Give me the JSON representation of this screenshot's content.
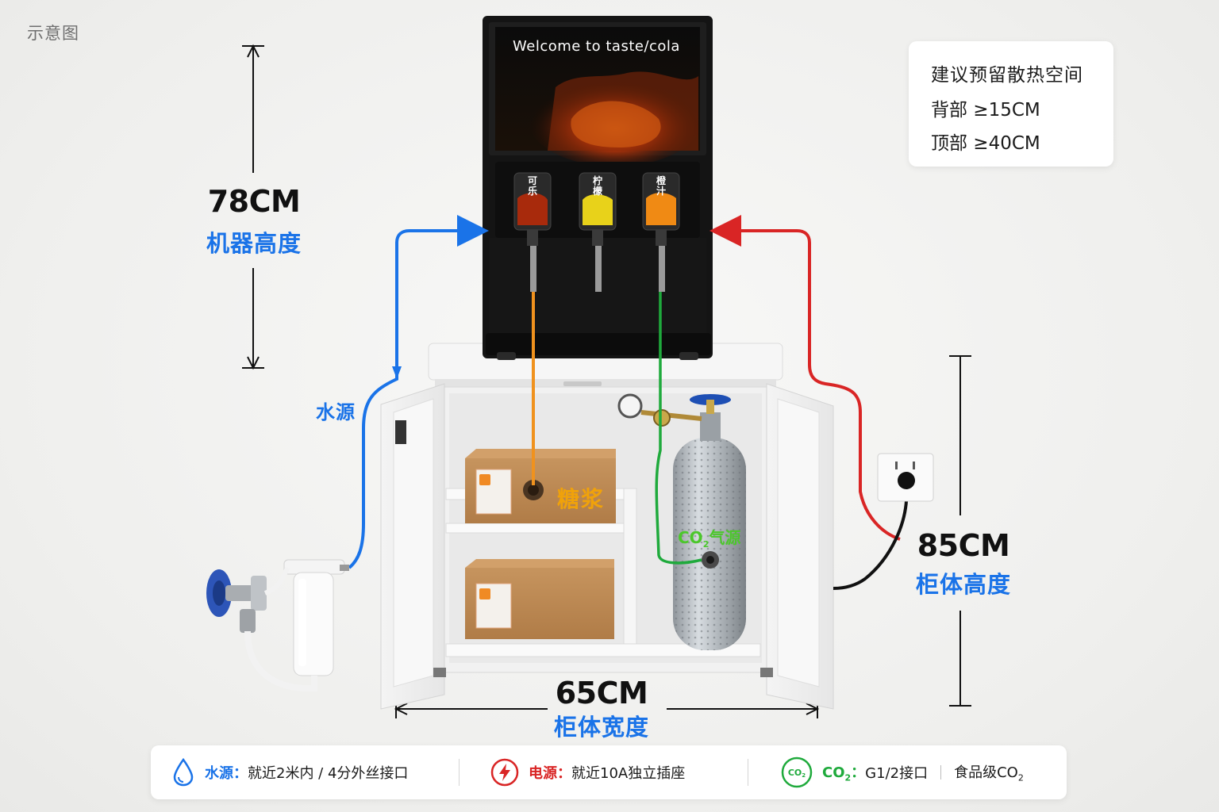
{
  "corner_label": "示意图",
  "screen": {
    "text": "Welcome to taste/cola"
  },
  "nozzles": [
    {
      "label": "可乐",
      "line1": "可",
      "line2": "乐"
    },
    {
      "label": "柠檬",
      "line1": "柠",
      "line2": "檬"
    },
    {
      "label": "橙汁",
      "line1": "橙",
      "line2": "汁"
    }
  ],
  "dimensions": {
    "machine_height": {
      "value": "78CM",
      "caption": "机器高度"
    },
    "cabinet_height": {
      "value": "85CM",
      "caption": "柜体高度"
    },
    "cabinet_width": {
      "value": "65CM",
      "caption": "柜体宽度"
    }
  },
  "clearance": {
    "title": "建议预留散热空间",
    "back": "背部 ≥15CM",
    "top": "顶部 ≥40CM"
  },
  "labels": {
    "water_source": "水源",
    "syrup": "糖浆",
    "co2_prefix": "CO",
    "co2_sub": "2",
    "co2_suffix": "气源"
  },
  "legend": {
    "water": {
      "key": "水源：",
      "text": "就近2米内 / 4分外丝接口",
      "icon": "water-drop-icon"
    },
    "power": {
      "key": "电源：",
      "text": "就近10A独立插座",
      "icon": "lightning-icon"
    },
    "co2": {
      "key_prefix": "CO",
      "key_sub": "2",
      "key_suffix": "：",
      "text": "G1/2接口",
      "extra_prefix": "食品级CO",
      "extra_sub": "2",
      "icon": "co2-icon",
      "icon_text": "CO",
      "icon_sub": "2"
    }
  },
  "colors": {
    "water_line": "#1a73e8",
    "power_line": "#d92525",
    "co2_line": "#1faa3c",
    "syrup_line": "#f0921e",
    "accent_blue": "#1a73e8"
  }
}
